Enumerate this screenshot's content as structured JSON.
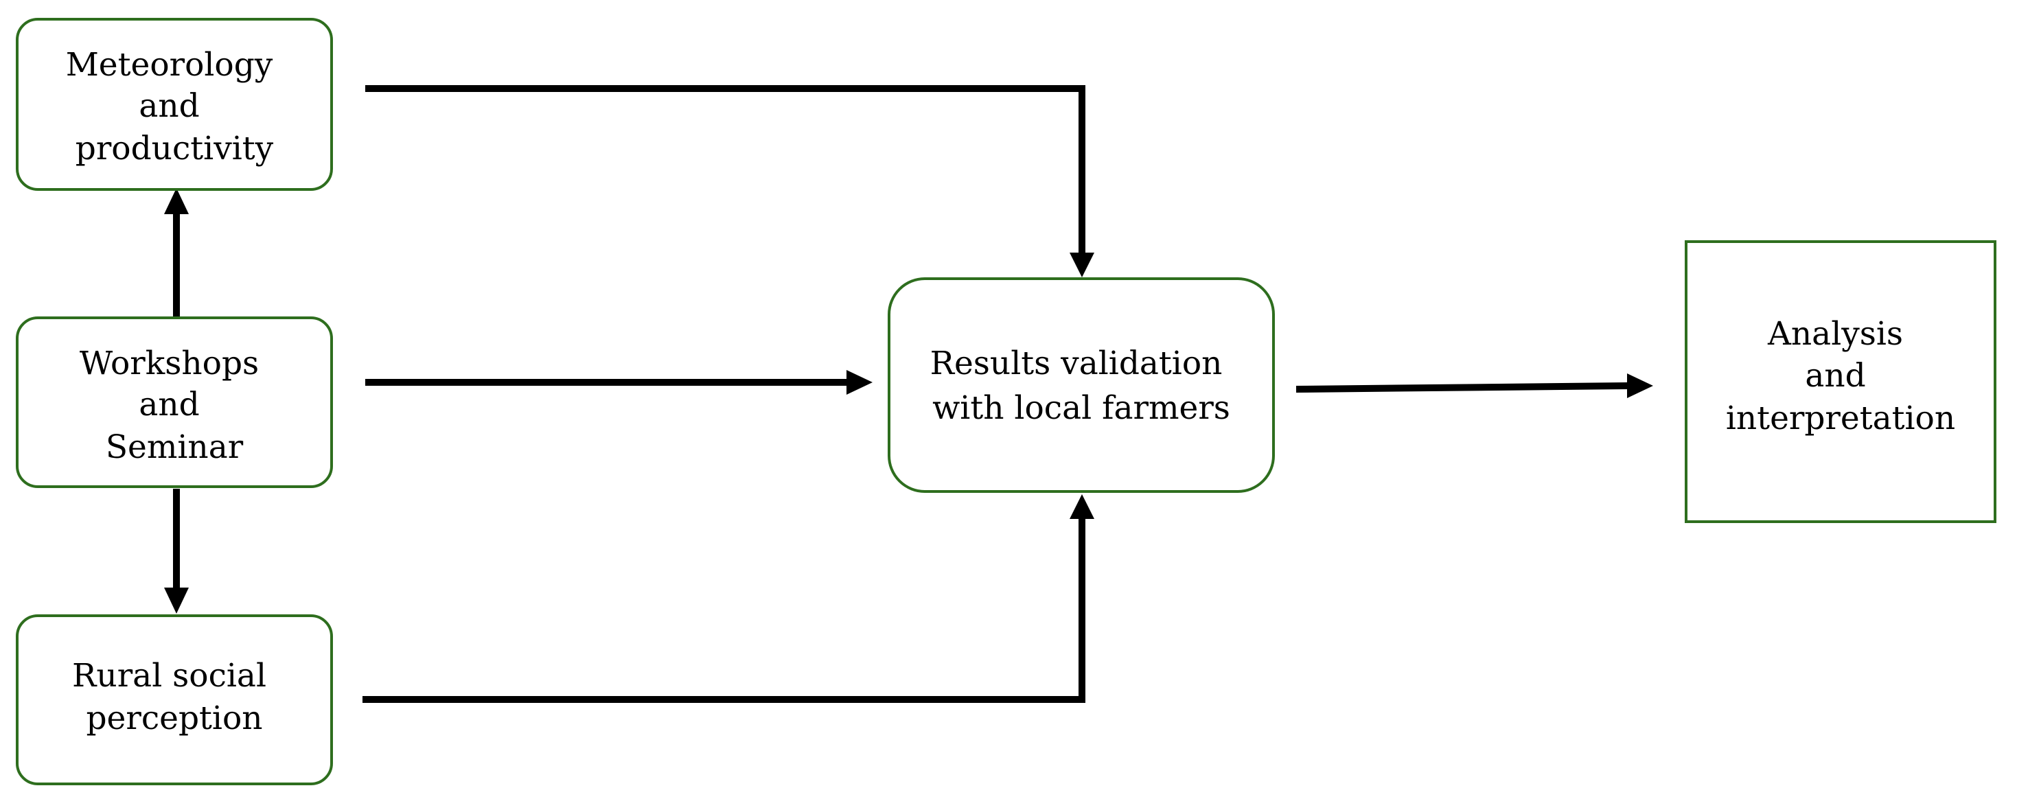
{
  "diagram": {
    "nodes": [
      {
        "id": "meteorology",
        "lines": [
          "Meteorology",
          "and",
          "productivity"
        ]
      },
      {
        "id": "workshops",
        "lines": [
          "Workshops",
          "and",
          "Seminar"
        ]
      },
      {
        "id": "rural",
        "lines": [
          "Rural social",
          "perception"
        ]
      },
      {
        "id": "validation",
        "lines": [
          "Results validation",
          "with local farmers"
        ]
      },
      {
        "id": "analysis",
        "lines": [
          "Analysis",
          "and",
          "interpretation"
        ]
      }
    ],
    "edges": [
      {
        "from": "workshops",
        "to": "meteorology"
      },
      {
        "from": "workshops",
        "to": "rural"
      },
      {
        "from": "workshops",
        "to": "validation"
      },
      {
        "from": "meteorology",
        "to": "validation"
      },
      {
        "from": "rural",
        "to": "validation"
      },
      {
        "from": "validation",
        "to": "analysis"
      }
    ],
    "colors": {
      "box_border": "#2e6e1e",
      "arrow": "#000000",
      "text": "#000000"
    }
  }
}
